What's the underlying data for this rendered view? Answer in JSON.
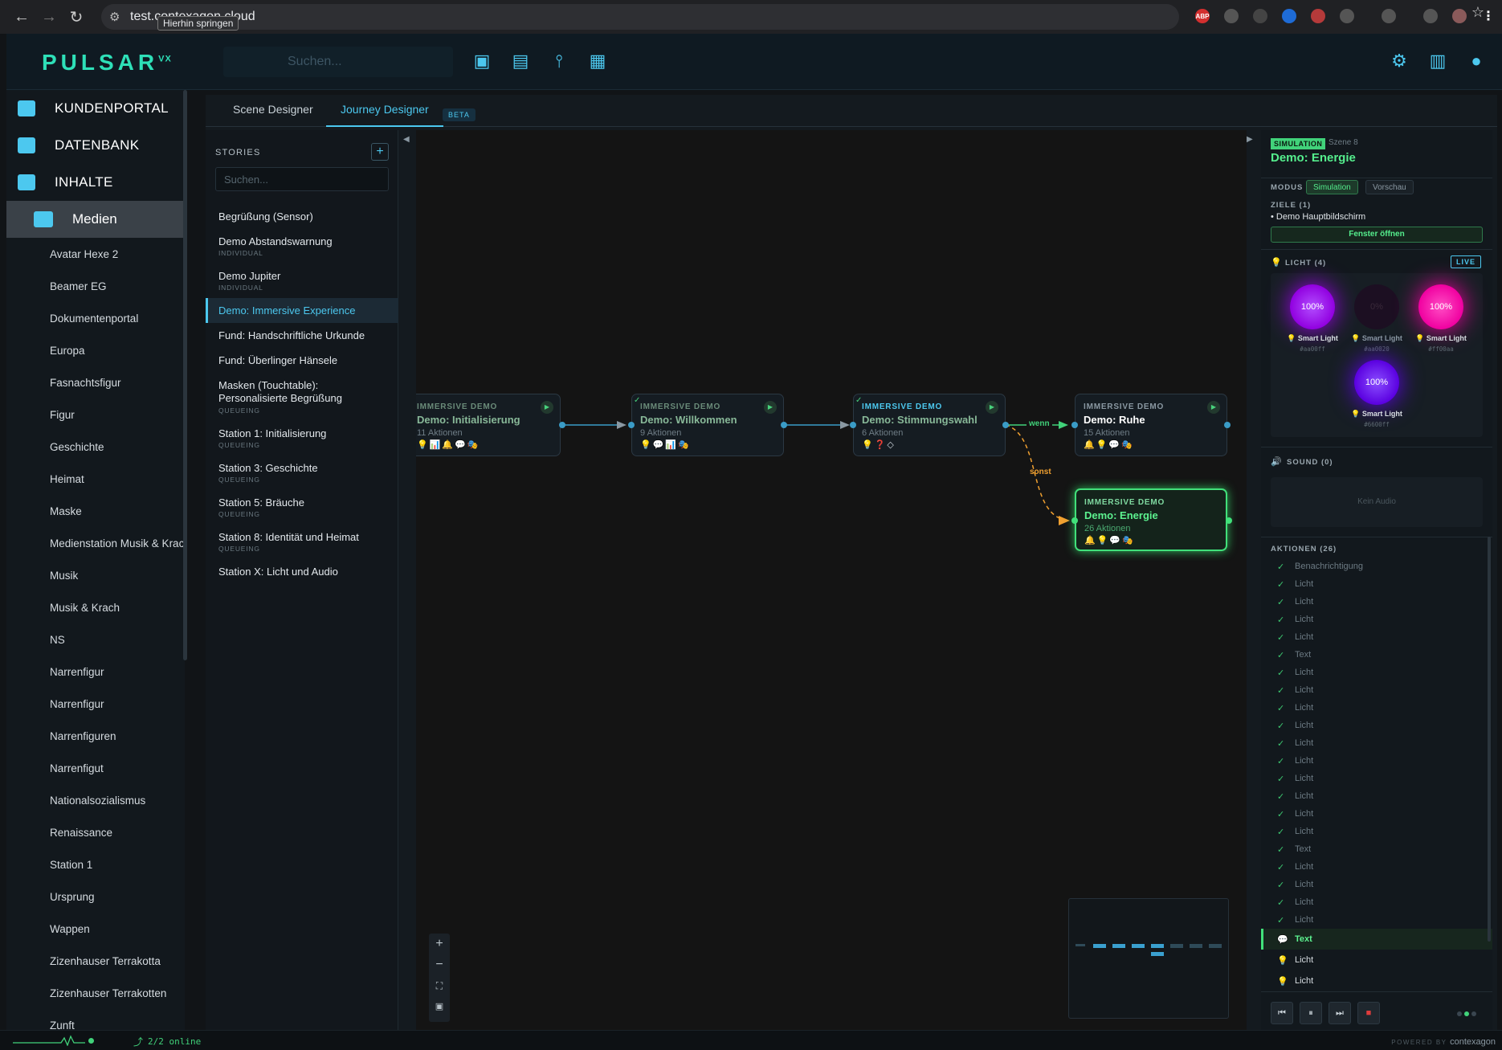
{
  "browser": {
    "url": "test.contexagon.cloud",
    "tooltip": "Hierhin springen"
  },
  "header": {
    "logo": "PULSAR",
    "logo_suffix": "VX",
    "search_placeholder": "Suchen..."
  },
  "sidebar": {
    "main": [
      {
        "label": "KUNDENPORTAL"
      },
      {
        "label": "DATENBANK"
      },
      {
        "label": "INHALTE"
      }
    ],
    "current": "Medien",
    "items": [
      "Avatar Hexe 2",
      "Beamer EG",
      "Dokumentenportal",
      "Europa",
      "Fasnachtsfigur",
      "Figur",
      "Geschichte",
      "Heimat",
      "Maske",
      "Medienstation Musik & Krach",
      "Musik",
      "Musik & Krach",
      "NS",
      "Narrenfigur",
      "Narrenfigur",
      "Narrenfiguren",
      "Narrenfigut",
      "Nationalsozialismus",
      "Renaissance",
      "Station 1",
      "Ursprung",
      "Wappen",
      "Zizenhauser Terrakotta",
      "Zizenhauser Terrakotten",
      "Zunft"
    ]
  },
  "tabs": {
    "scene": "Scene Designer",
    "journey": "Journey Designer",
    "beta": "BETA"
  },
  "stories": {
    "heading": "STORIES",
    "add": "+",
    "search_placeholder": "Suchen...",
    "items": [
      {
        "name": "Begrüßung (Sensor)",
        "sub": ""
      },
      {
        "name": "Demo Abstandswarnung",
        "sub": "INDIVIDUAL"
      },
      {
        "name": "Demo Jupiter",
        "sub": "INDIVIDUAL"
      },
      {
        "name": "Demo: Immersive Experience",
        "sub": ""
      },
      {
        "name": "Fund: Handschriftliche Urkunde",
        "sub": ""
      },
      {
        "name": "Fund: Überlinger Hänsele",
        "sub": ""
      },
      {
        "name": "Masken (Touchtable): Personalisierte Begrüßung",
        "sub": "QUEUEING"
      },
      {
        "name": "Station 1: Initialisierung",
        "sub": "QUEUEING"
      },
      {
        "name": "Station 3: Geschichte",
        "sub": "QUEUEING"
      },
      {
        "name": "Station 5: Bräuche",
        "sub": "QUEUEING"
      },
      {
        "name": "Station 8: Identität und Heimat",
        "sub": "QUEUEING"
      },
      {
        "name": "Station X: Licht und Audio",
        "sub": ""
      }
    ]
  },
  "nodes": [
    {
      "cat": "IMMERSIVE DEMO",
      "name": "Demo: Initialisierung",
      "actions": "11 Aktionen",
      "icons": "💡📊🔔💬🎭"
    },
    {
      "cat": "IMMERSIVE DEMO",
      "name": "Demo: Willkommen",
      "actions": "9 Aktionen",
      "icons": "💡💬📊🎭"
    },
    {
      "cat": "IMMERSIVE DEMO",
      "name": "Demo: Stimmungswahl",
      "actions": "6 Aktionen",
      "icons": "💡❓◇"
    },
    {
      "cat": "IMMERSIVE DEMO",
      "name": "Demo: Ruhe",
      "actions": "15 Aktionen",
      "icons": "🔔💡💬🎭"
    },
    {
      "cat": "IMMERSIVE DEMO",
      "name": "Demo: Energie",
      "actions": "26 Aktionen",
      "icons": "🔔💡💬🎭"
    }
  ],
  "edges": {
    "wenn": "wenn",
    "sonst": "sonst"
  },
  "panel": {
    "badge": "SIMULATION",
    "scene": "Szene 8",
    "title": "Demo: Energie",
    "modus_label": "MODUS",
    "mode_sim": "Simulation",
    "mode_preview": "Vorschau",
    "ziele_label": "ZIELE (1)",
    "ziel": "Demo Hauptbildschirm",
    "open_window": "Fenster öffnen",
    "licht_label": "LICHT (4)",
    "live": "LIVE",
    "lights": [
      {
        "pct": "100%",
        "label": "Smart Light",
        "hex": "#aa00ff",
        "color": "#aa00ff"
      },
      {
        "pct": "0%",
        "label": "Smart Light",
        "hex": "#aa0020",
        "color": "#2a0a2a"
      },
      {
        "pct": "100%",
        "label": "Smart Light",
        "hex": "#ff00aa",
        "color": "#ff00aa"
      },
      {
        "pct": "100%",
        "label": "Smart Light",
        "hex": "#6600ff",
        "color": "#6600ff"
      }
    ],
    "sound_label": "SOUND (0)",
    "sound_empty": "Kein Audio",
    "actions_label": "AKTIONEN (26)",
    "actions_done": [
      "Benachrichtigung",
      "Licht",
      "Licht",
      "Licht",
      "Licht",
      "Text",
      "Licht",
      "Licht",
      "Licht",
      "Licht",
      "Licht",
      "Licht",
      "Licht",
      "Licht",
      "Licht",
      "Licht",
      "Text",
      "Licht",
      "Licht",
      "Licht",
      "Licht"
    ],
    "action_current": "Text",
    "actions_pending": [
      "Licht",
      "Licht"
    ]
  },
  "status": {
    "online": "2/2 online",
    "powered": "POWERED BY",
    "brand": "contexagon"
  }
}
